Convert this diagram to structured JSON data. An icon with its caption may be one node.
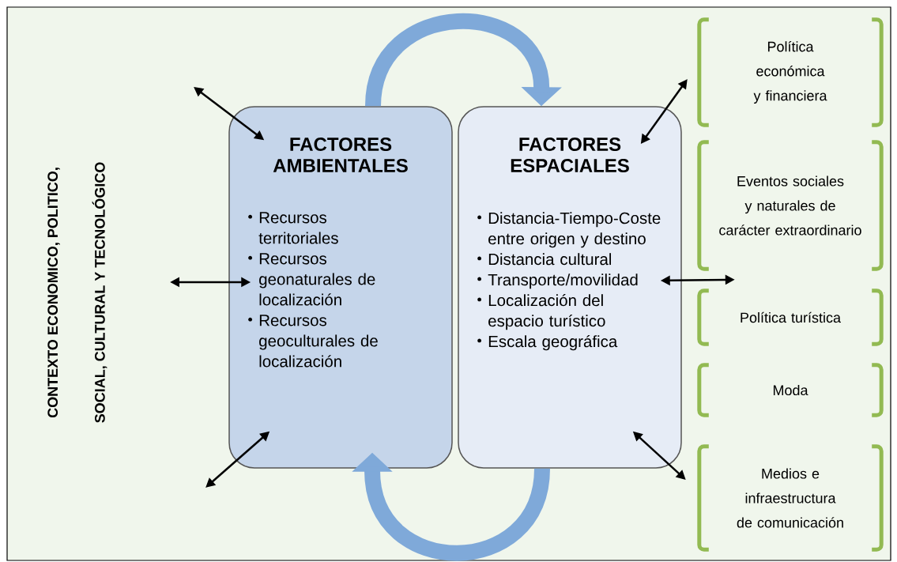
{
  "diagram": {
    "nodes": [
      {
        "text": [
          "FACTORES AMBIENTALES",
          "Recursos territoriales",
          "Recursos geonaturales de localización",
          "Recursos geoculturales de localización"
        ]
      },
      {
        "text": [
          "FACTORES ESPACIALES",
          "Distancia-Tiempo-Coste entre origen y destino",
          "Distancia cultural",
          "Transporte/movilidad",
          "Localización del espacio turístico",
          "Escala geográfica"
        ]
      },
      {
        "text": [
          "Política económica y financiera"
        ]
      },
      {
        "text": [
          "Eventos sociales y naturales de carácter extraordinario"
        ]
      },
      {
        "text": [
          "Política turística"
        ]
      },
      {
        "text": [
          "Moda"
        ]
      },
      {
        "text": [
          "Medios e infraestructura de comunicación"
        ]
      }
    ],
    "edges": [
      {
        "from": 0,
        "to": 1,
        "arrow": "to",
        "style": "thick",
        "color": "#7fa9d9"
      },
      {
        "from": 1,
        "to": 0,
        "arrow": "to",
        "style": "thick",
        "color": "#7fa9d9"
      },
      {
        "from": null,
        "to": 0,
        "arrow": "both"
      },
      {
        "from": null,
        "to": 0,
        "arrow": "both"
      },
      {
        "from": null,
        "to": 0,
        "arrow": "both"
      },
      {
        "from": 1,
        "to": 2,
        "arrow": "both"
      },
      {
        "from": 1,
        "to": 4,
        "arrow": "both"
      },
      {
        "from": 1,
        "to": 6,
        "arrow": "both"
      }
    ],
    "labels": [
      "CONTEXTO ECONOMICO, POLITICO,",
      "SOCIAL, CULTURAL Y TECNOLÓGICO"
    ]
  }
}
